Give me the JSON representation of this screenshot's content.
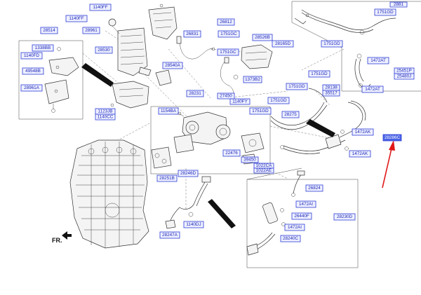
{
  "diagram": {
    "fr_label": "FR.",
    "parts": [
      {
        "id": "p1140ff_a",
        "text": "1140FF"
      },
      {
        "id": "p1140ff_b",
        "text": "1140FF"
      },
      {
        "id": "p28514",
        "text": "28514"
      },
      {
        "id": "p28961",
        "text": "28961"
      },
      {
        "id": "p28530",
        "text": "28530"
      },
      {
        "id": "p1338bb",
        "text": "1338BB"
      },
      {
        "id": "p1140fd",
        "text": "1140FD"
      },
      {
        "id": "p49548b",
        "text": "49548B"
      },
      {
        "id": "p28961a",
        "text": "28961A"
      },
      {
        "id": "p1123jb",
        "text": "1123JB"
      },
      {
        "id": "p1140cc",
        "text": "1140CC"
      },
      {
        "id": "p28540a",
        "text": "28540A"
      },
      {
        "id": "p26831",
        "text": "26831"
      },
      {
        "id": "p1751gc_a",
        "text": "1751GC"
      },
      {
        "id": "p26812",
        "text": "26812"
      },
      {
        "id": "p1751gc_b",
        "text": "1751GC"
      },
      {
        "id": "p28526b",
        "text": "28526B"
      },
      {
        "id": "p28165d",
        "text": "28165D"
      },
      {
        "id": "p1751gd_a",
        "text": "1751GD"
      },
      {
        "id": "p1751gd_top",
        "text": "1751GD"
      },
      {
        "id": "p1472at_a",
        "text": "1472AT"
      },
      {
        "id": "p25451p",
        "text": "25451P"
      },
      {
        "id": "p25480j",
        "text": "25480J"
      },
      {
        "id": "p1472at_b",
        "text": "1472AT"
      },
      {
        "id": "p1751gd_b",
        "text": "1751GD"
      },
      {
        "id": "p1751gd_c",
        "text": "1751GD"
      },
      {
        "id": "p28138",
        "text": "28138"
      },
      {
        "id": "p35517",
        "text": "35517"
      },
      {
        "id": "p1751gd_d",
        "text": "1751GD"
      },
      {
        "id": "p1373b2",
        "text": "1373B2"
      },
      {
        "id": "p28231",
        "text": "28231"
      },
      {
        "id": "p27450",
        "text": "27450"
      },
      {
        "id": "p1140fy",
        "text": "1140FY"
      },
      {
        "id": "p1154ba",
        "text": "1154BA"
      },
      {
        "id": "p1751gd_e",
        "text": "1751GD"
      },
      {
        "id": "p28275",
        "text": "28275"
      },
      {
        "id": "p1472ak_a",
        "text": "1472AK"
      },
      {
        "id": "p282sel",
        "text": "28286C"
      },
      {
        "id": "p1472ak_b",
        "text": "1472AK"
      },
      {
        "id": "p22476",
        "text": "22476"
      },
      {
        "id": "p39450",
        "text": "39450"
      },
      {
        "id": "p1022ca",
        "text": "1022CA"
      },
      {
        "id": "p1022ae",
        "text": "1022AE"
      },
      {
        "id": "p28246d",
        "text": "28246D"
      },
      {
        "id": "p28251b",
        "text": "28251B"
      },
      {
        "id": "p1140dj",
        "text": "1140DJ"
      },
      {
        "id": "p28247a",
        "text": "28247A"
      },
      {
        "id": "p26824",
        "text": "26824"
      },
      {
        "id": "p1472ai_a",
        "text": "1472AI"
      },
      {
        "id": "p28230d",
        "text": "28230D"
      },
      {
        "id": "p26440f",
        "text": "26440F"
      },
      {
        "id": "p1472ai_b",
        "text": "1472AI"
      },
      {
        "id": "p28240c",
        "text": "28240C"
      },
      {
        "id": "p2881",
        "text": "2881"
      }
    ]
  }
}
